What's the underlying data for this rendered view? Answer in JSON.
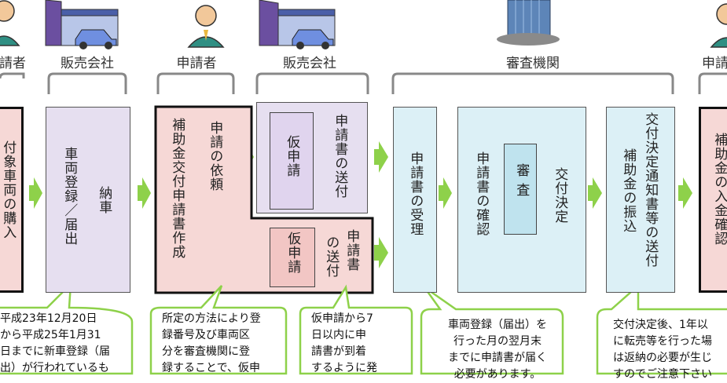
{
  "headers": {
    "applicant_left": "請者",
    "sales_1": "販売会社",
    "applicant_2": "申請者",
    "sales_2": "販売会社",
    "agency": "審査機関",
    "applicant_right": "申請"
  },
  "steps": {
    "purchase": "付象車両の購入",
    "registration": "車両登録／届出",
    "delivery": "納車",
    "request": "申請の依頼",
    "form_creation": "補助金交付申請書作成",
    "provisional_1": "仮申請",
    "send_1": "申請書の送付",
    "provisional_2": "仮申請",
    "send_2_a": "申請書",
    "send_2_b": "の送付",
    "receipt": "申請書の受理",
    "confirm": "申請書の確認",
    "review": "審査",
    "decision": "交付決定",
    "notice_a": "交付決定通知書等の送付",
    "notice_b": "補助金の振込",
    "deposit": "補助金の入金確認"
  },
  "bubbles": {
    "b1": [
      "平成23年12月20日",
      "から平成25年1月31",
      "日までに新車登録（届",
      "出）が行われているも"
    ],
    "b2": [
      "所定の方法により登",
      "録番号及び車両区",
      "分を審査機関に登",
      "録することで、仮申"
    ],
    "b3": [
      "仮申請から7",
      "日以内に申",
      "請書が到着",
      "するように発"
    ],
    "b4": [
      "車両登録（届出）を",
      "行った月の翌月末",
      "までに申請書が届く",
      "必要があります。"
    ],
    "b5": [
      "交付決定後、1年以",
      "に転売等を行った場",
      "は返納の必要が生じ",
      "すのでご注意下さい"
    ]
  },
  "colors": {
    "arrow_green": "#8ed14a",
    "pink_fill": "#f6d8d6",
    "lavender_fill": "#e6dff0",
    "cyan_fill": "#dcf0f6",
    "bubble_border": "#8ed14a"
  },
  "icons": [
    "person-icon",
    "car-dealer-icon",
    "building-icon"
  ]
}
